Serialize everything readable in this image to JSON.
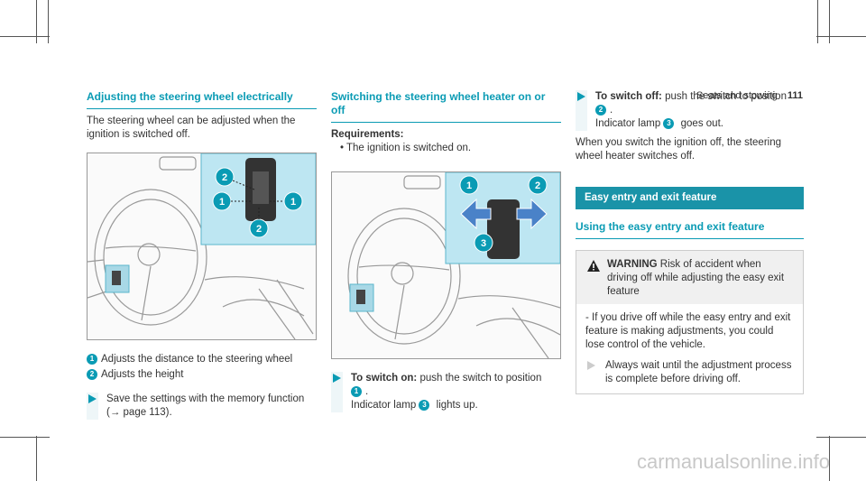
{
  "header": {
    "section": "Seats and stowing",
    "page": "111"
  },
  "col1": {
    "title": "Adjusting the steering wheel electrically",
    "intro": "The steering wheel can be adjusted when the ignition is switched off.",
    "callouts": [
      "2",
      "1",
      "1",
      "2"
    ],
    "legend": [
      {
        "num": "1",
        "text": "Adjusts the distance to the steering wheel"
      },
      {
        "num": "2",
        "text": "Adjusts the height"
      }
    ],
    "step": "Save the settings with the memory function (→ page 113)."
  },
  "col2": {
    "title": "Switching the steering wheel heater on or off",
    "req_label": "Requirements:",
    "req_item": "The ignition is switched on.",
    "callouts": [
      "1",
      "2",
      "3"
    ],
    "step_on_label": "To switch on:",
    "step_on_text": "push the switch to position",
    "step_on_num": "1",
    "step_on_lamp": "Indicator lamp",
    "step_on_lamp_num": "3",
    "step_on_lamp_text": "lights up."
  },
  "col3": {
    "step_off_label": "To switch off:",
    "step_off_text": "push the switch to position",
    "step_off_num": "2",
    "step_off_lamp": "Indicator lamp",
    "step_off_lamp_num": "3",
    "step_off_lamp_text": "goes out.",
    "note": "When you switch the ignition off, the steering wheel heater switches off.",
    "banner": "Easy entry and exit feature",
    "subhead": "Using the easy entry and exit feature",
    "warning_label": "WARNING",
    "warning_title": "Risk of accident when driving off while adjusting the easy exit feature",
    "warning_body": "- If you drive off while the easy entry and exit feature is making adjustments, you could lose control of the vehicle.",
    "warning_step": "Always wait until the adjustment process is complete before driving off."
  },
  "watermark": "carmanualsonline.info",
  "colors": {
    "accent": "#0a9bb4",
    "banner": "#1a93a8"
  }
}
